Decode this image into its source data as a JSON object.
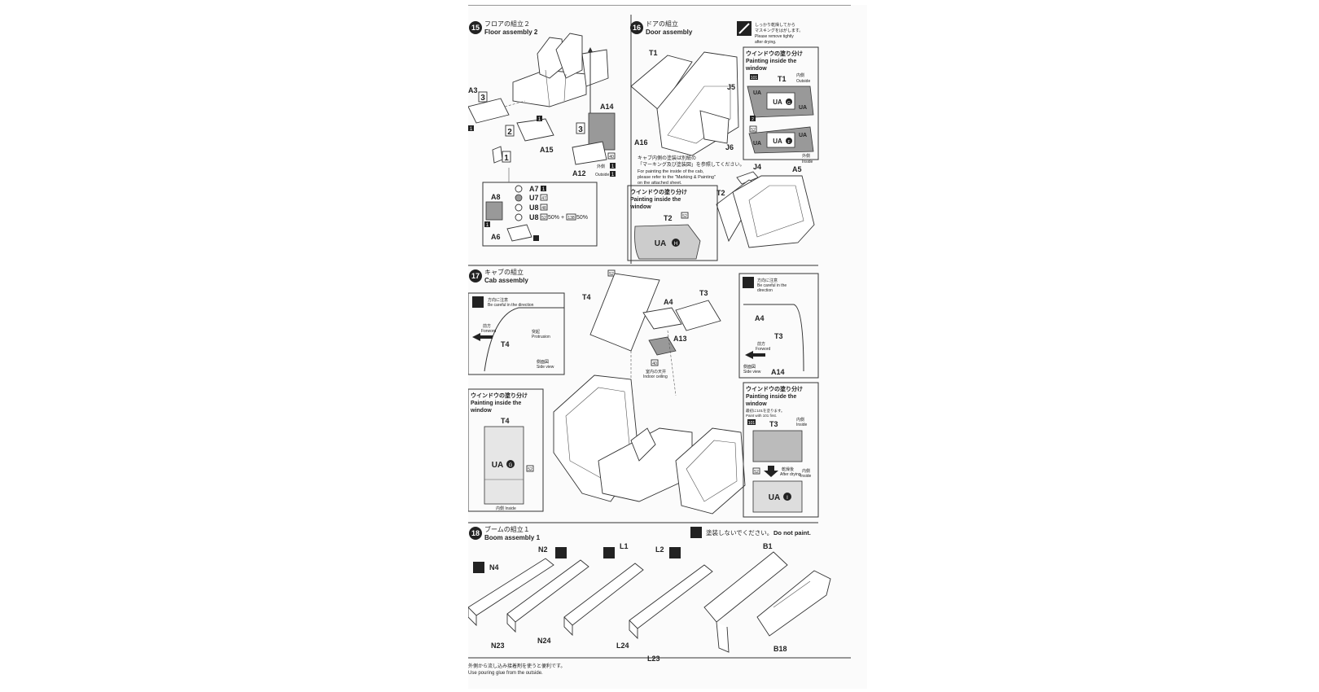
{
  "step15": {
    "num": "15",
    "title_jp": "フロアの組立２",
    "title_en": "Floor assembly 2",
    "parts": [
      "A3",
      "A14",
      "A15",
      "A12",
      "A7",
      "U7",
      "U8",
      "U8",
      "A8",
      "A6"
    ],
    "seq": [
      "3",
      "2",
      "1",
      "3"
    ],
    "qty": [
      "1",
      "1",
      "1",
      "1",
      "1",
      "1"
    ],
    "colors": [
      "40",
      "47",
      "48",
      "52",
      "138"
    ],
    "u8_mix": "50% +",
    "u8_mix2": "50%",
    "outside_jp": "外側",
    "outside_en": "Outside"
  },
  "step16": {
    "num": "16",
    "title_jp": "ドアの組立",
    "title_en": "Door assembly",
    "parts": [
      "T1",
      "J5",
      "A16",
      "J6",
      "J4",
      "A5",
      "T2"
    ],
    "note_jp": [
      "しっかり乾燥してから",
      "マスキングをはがします。"
    ],
    "note_en": [
      "Please remove tightly",
      "after drying."
    ],
    "cab_note_jp": [
      "キャブ内側の塗装は別紙の",
      "「マーキング及び塗装図」を参照してください。"
    ],
    "cab_note_en": [
      "For painting the inside of the cab,",
      "please refer to the \"Marking & Painting\"",
      "on the attached sheet."
    ],
    "win_title_jp": "ウインドウの塗り分け",
    "win_title_en": [
      "Painting inside the",
      "window"
    ],
    "t1_label": "T1",
    "num101": "101",
    "num2": "2",
    "num52": "52",
    "inside_jp": "内側",
    "inside_en": "Inside",
    "outside_jp": "外側",
    "outside_en": "Outside",
    "ua_labels": [
      "UA",
      "UA",
      "UA",
      "UA",
      "UA",
      "UA"
    ],
    "ua_center1": "UA",
    "ua_center1_mark": "G",
    "ua_center2": "UA",
    "ua_center2_mark": "F",
    "win2_title_jp": "ウインドウの塗り分け",
    "win2_title_en": [
      "Painting inside the",
      "window"
    ],
    "t2_label": "T2",
    "t2_num": "52",
    "t2_ua": "UA",
    "t2_mark": "H"
  },
  "step17": {
    "num": "17",
    "title_jp": "キャブの組立",
    "title_en": "Cab assembly",
    "parts": [
      "T4",
      "A4",
      "T3",
      "A13",
      "A4",
      "T3",
      "A14"
    ],
    "color52": "52",
    "color40": "40",
    "ceiling_jp": "室内の天井",
    "ceiling_en": "Indoor ceiling",
    "dir_jp": "方向に注意",
    "dir_en": "Be careful in the direction",
    "forward_jp": "前方",
    "forward_en": "Forword",
    "protrusion_jp": "突起",
    "protrusion_en": "Protrusion",
    "side_jp": "側面図",
    "side_en": "Side view",
    "t4_label": "T4",
    "dir2_en": [
      "Be careful in the",
      "direction"
    ],
    "win_title_jp": "ウインドウの塗り分け",
    "win_title_en": [
      "Painting inside the",
      "window"
    ],
    "t4_ua": "UA",
    "t4_mark": "G",
    "t4_num": "52",
    "t4_inside": "内側 Inside",
    "win2_title_jp": "ウインドウの塗り分け",
    "win2_title_en": [
      "Painting inside the",
      "window"
    ],
    "paint_first_jp": "最初に101を塗ります。",
    "paint_first_en": "Paint with 101 first.",
    "t3_num101": "101",
    "t3_label": "T3",
    "t3_inside_jp": "内側",
    "t3_inside_en": "Inside",
    "after_jp": "乾燥後",
    "after_en": "After drying",
    "t3_num52": "52",
    "t3_ua": "UA",
    "t3_mark": "I"
  },
  "step18": {
    "num": "18",
    "title_jp": "ブームの組立１",
    "title_en": "Boom assembly 1",
    "no_paint_jp": "塗装しないでください。",
    "no_paint_en": "Do not paint.",
    "parts": [
      "N4",
      "N2",
      "L1",
      "L2",
      "B1",
      "N23",
      "N24",
      "L24",
      "L23",
      "B18"
    ],
    "glue_jp": "外側から流し込み接着剤を使うと便利です。",
    "glue_en": "Use pouring glue from the outside."
  }
}
